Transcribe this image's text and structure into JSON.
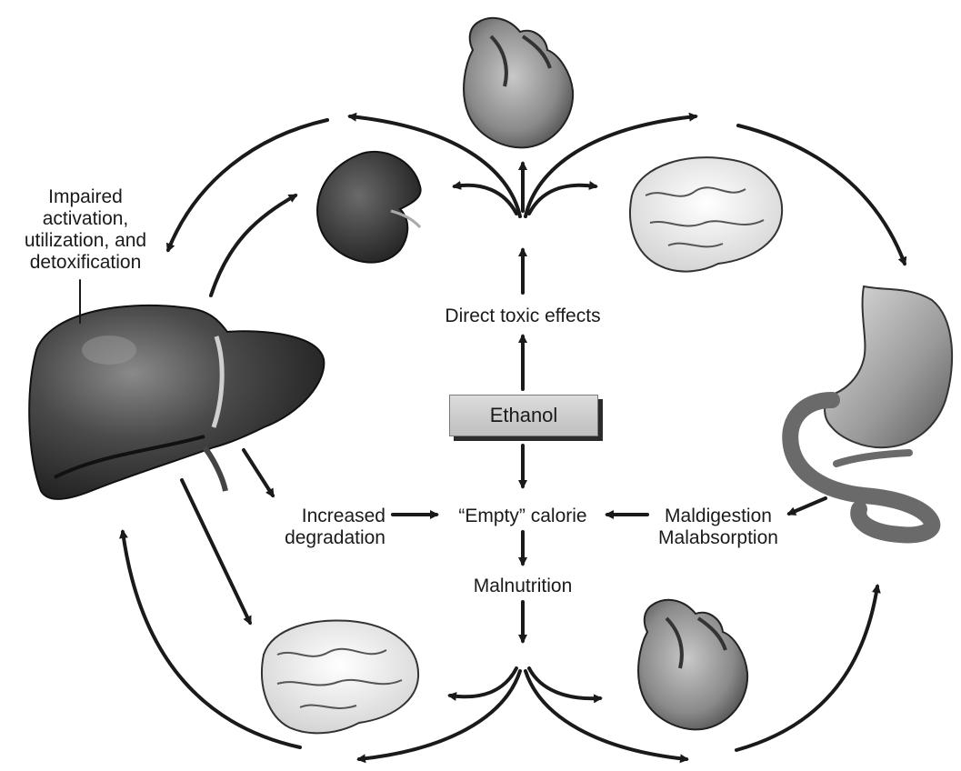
{
  "labels": {
    "impaired": [
      "Impaired",
      "activation,",
      "utilization, and",
      "detoxification"
    ],
    "direct_toxic": "Direct toxic effects",
    "ethanol": "Ethanol",
    "increased": [
      "Increased",
      "degradation"
    ],
    "empty_calorie": "“Empty” calorie",
    "maldigestion": [
      "Maldigestion",
      "Malabsorption"
    ],
    "malnutrition": "Malnutrition"
  },
  "organs": {
    "liver": "liver-illustration",
    "kidney": "kidney-illustration",
    "heart": "heart-illustration",
    "brain": "brain-illustration",
    "stomach": "stomach-intestine-illustration"
  },
  "colors": {
    "ink": "#1a1a1a",
    "organ_dark": "#3a3a3a",
    "organ_light": "#e6e6e6"
  }
}
